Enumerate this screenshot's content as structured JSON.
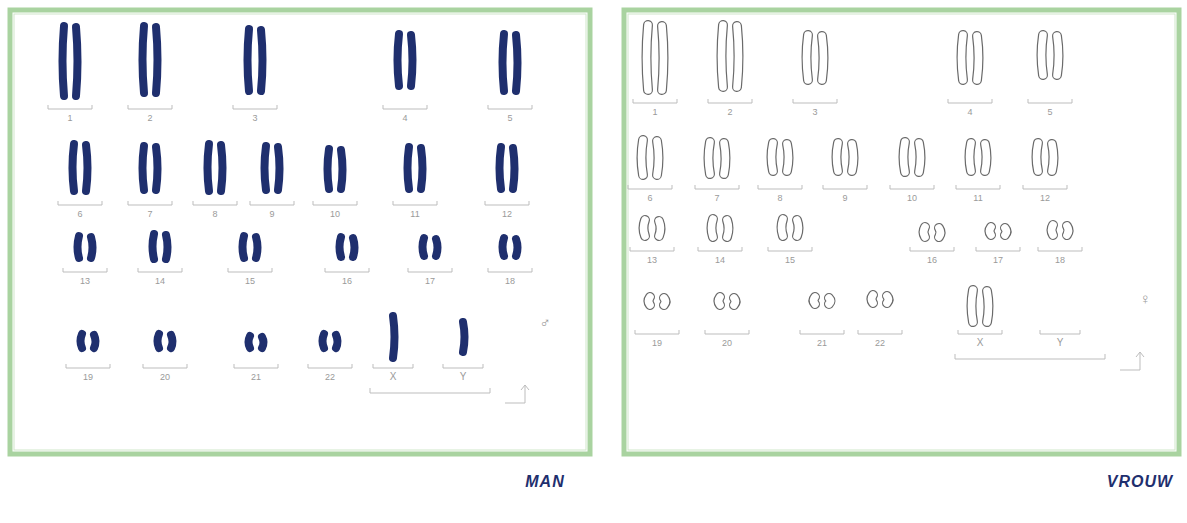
{
  "diagram": {
    "labels": [
      "1",
      "2",
      "3",
      "4",
      "5",
      "6",
      "7",
      "8",
      "9",
      "10",
      "11",
      "12",
      "13",
      "14",
      "15",
      "16",
      "17",
      "18",
      "19",
      "20",
      "21",
      "22",
      "X",
      "Y",
      "♂",
      "MAN",
      "1",
      "2",
      "3",
      "4",
      "5",
      "6",
      "7",
      "8",
      "9",
      "10",
      "11",
      "12",
      "13",
      "14",
      "15",
      "16",
      "17",
      "18",
      "19",
      "20",
      "21",
      "22",
      "X",
      "Y",
      "♀",
      "VROUW"
    ]
  }
}
